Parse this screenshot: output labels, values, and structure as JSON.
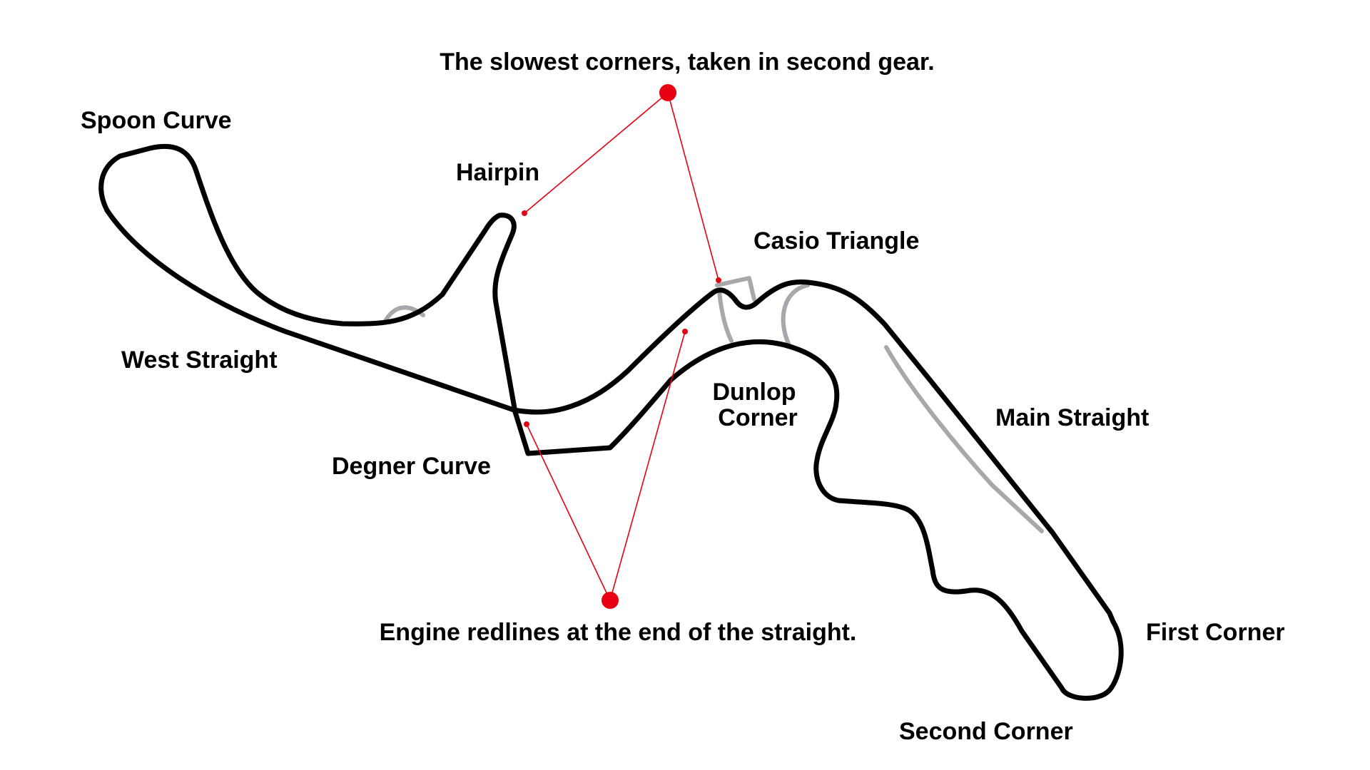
{
  "colors": {
    "track": "#000000",
    "alt_track": "#a6a8ab",
    "callout": "#e60012",
    "text": "#000000",
    "background": "#ffffff"
  },
  "labels": {
    "spoon_curve": "Spoon Curve",
    "hairpin": "Hairpin",
    "west_straight": "West Straight",
    "degner_curve": "Degner Curve",
    "casio_triangle": "Casio Triangle",
    "dunlop_corner_line1": "Dunlop",
    "dunlop_corner_line2": "Corner",
    "main_straight": "Main Straight",
    "first_corner": "First Corner",
    "second_corner": "Second Corner"
  },
  "callouts": {
    "slowest_corners": "The slowest corners, taken in second gear.",
    "engine_redlines": "Engine redlines at the end of the straight."
  }
}
